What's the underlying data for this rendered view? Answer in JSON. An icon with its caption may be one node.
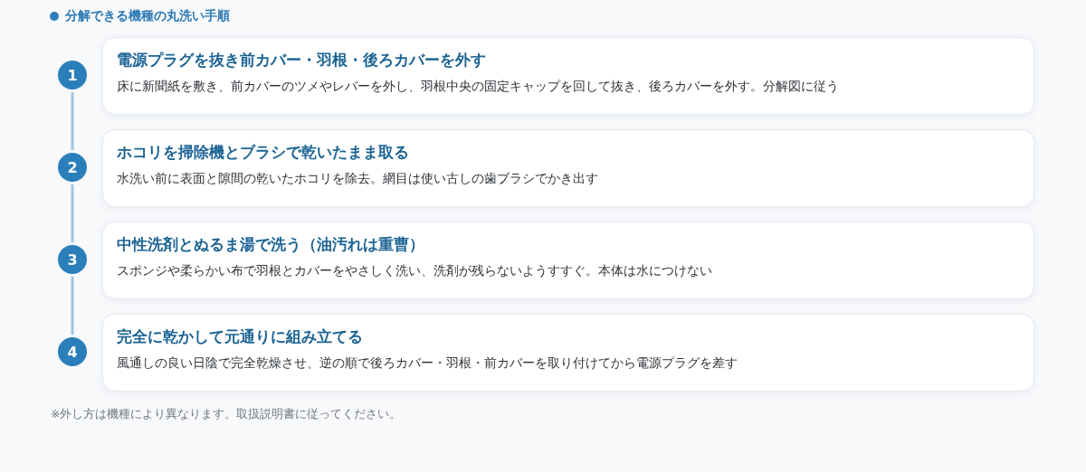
{
  "diagram": {
    "title": "分解できる機種の丸洗い手順",
    "nodes": [
      {
        "text": [
          "1"
        ]
      },
      {
        "text": [
          "電源プラグを抜き前カバー・羽根・後ろカバーを外す",
          "床に新聞紙を敷き、前カバーのツメやレバーを外し、羽根中央の固定キャップを回して抜き、後ろカバーを外す。分解図に従う"
        ]
      },
      {
        "text": [
          "2"
        ]
      },
      {
        "text": [
          "ホコリを掃除機とブラシで乾いたまま取る",
          "水洗い前に表面と隙間の乾いたホコリを除去。網目は使い古しの歯ブラシでかき出す"
        ]
      },
      {
        "text": [
          "3"
        ]
      },
      {
        "text": [
          "中性洗剤とぬるま湯で洗う（油汚れは重曹）",
          "スポンジや柔らかい布で羽根とカバーをやさしく洗い、洗剤が残らないようすすぐ。本体は水につけない"
        ]
      },
      {
        "text": [
          "4"
        ]
      },
      {
        "text": [
          "完全に乾かして元通りに組み立てる",
          "風通しの良い日陰で完全乾燥させ、逆の順で後ろカバー・羽根・前カバーを取り付けてから電源プラグを差す"
        ]
      }
    ],
    "edges": [
      {
        "from": 0,
        "to": 2,
        "arrow": "none"
      },
      {
        "from": 2,
        "to": 4,
        "arrow": "none"
      },
      {
        "from": 4,
        "to": 6,
        "arrow": "none"
      }
    ],
    "labels": [
      "※外し方は機種により異なります。取扱説明書に従ってください。"
    ]
  }
}
